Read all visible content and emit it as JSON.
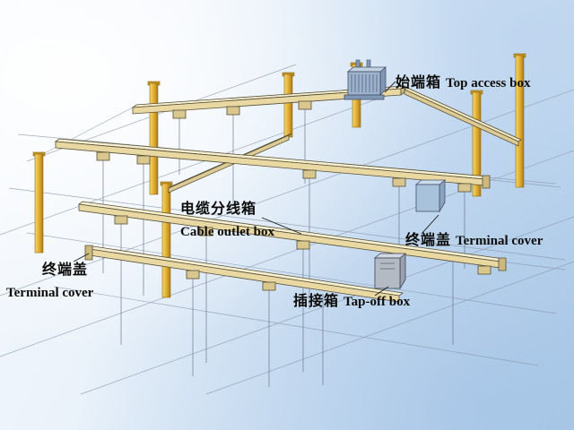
{
  "diagram": {
    "labels": {
      "top_access_box": {
        "zh": "始端箱",
        "en": "Top access box"
      },
      "cable_outlet_box": {
        "zh": "电缆分线箱",
        "en": "Cable outlet box"
      },
      "terminal_cover_right": {
        "zh": "终端盖",
        "en": "Terminal cover"
      },
      "tap_off_box": {
        "zh": "插接箱",
        "en": "Tap-off box"
      },
      "terminal_cover_left": {
        "zh": "终端盖",
        "en": "Terminal cover"
      }
    },
    "colors": {
      "background_top": "#f6f9fd",
      "background_bottom": "#b3cfe9",
      "column_yellow": "#e0ab2f",
      "duct_front": "#e9d8a2",
      "duct_top": "#f7efcf",
      "device_blue": "#a9c2dc",
      "device_gray": "#b3bac4",
      "wire_line": "#6c7890",
      "text": "#0c0c0a"
    }
  }
}
